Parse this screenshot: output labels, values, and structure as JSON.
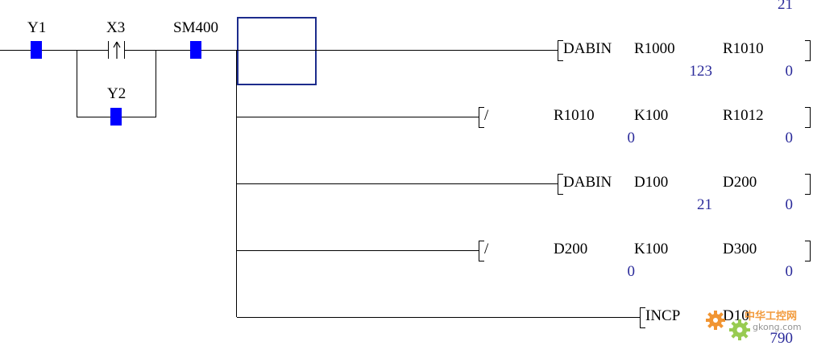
{
  "contacts": {
    "y1": "Y1",
    "x3": "X3",
    "y2": "Y2",
    "sm400": "SM400"
  },
  "top_value": "21",
  "rows": [
    {
      "instr": "DABIN",
      "op1": "R1000",
      "op2": "",
      "op3": "R1010",
      "val1": "123",
      "val2": "",
      "val3": "0"
    },
    {
      "instr": "/",
      "op1": "R1010",
      "op2": "K100",
      "op3": "R1012",
      "val1": "",
      "val2": "0",
      "val3": "0"
    },
    {
      "instr": "DABIN",
      "op1": "D100",
      "op2": "",
      "op3": "D200",
      "val1": "21",
      "val2": "",
      "val3": "0"
    },
    {
      "instr": "/",
      "op1": "D200",
      "op2": "K100",
      "op3": "D300",
      "val1": "",
      "val2": "0",
      "val3": "0"
    },
    {
      "instr": "INCP",
      "op1": "D10",
      "val1": "790"
    }
  ],
  "watermark": {
    "cn": "中华工控网",
    "domain": "gkong.com"
  },
  "colors": {
    "contact": "#0000ff",
    "cursor": "#1c2c8c",
    "value": "#2a2a9a",
    "logo": "#f08a1c"
  }
}
